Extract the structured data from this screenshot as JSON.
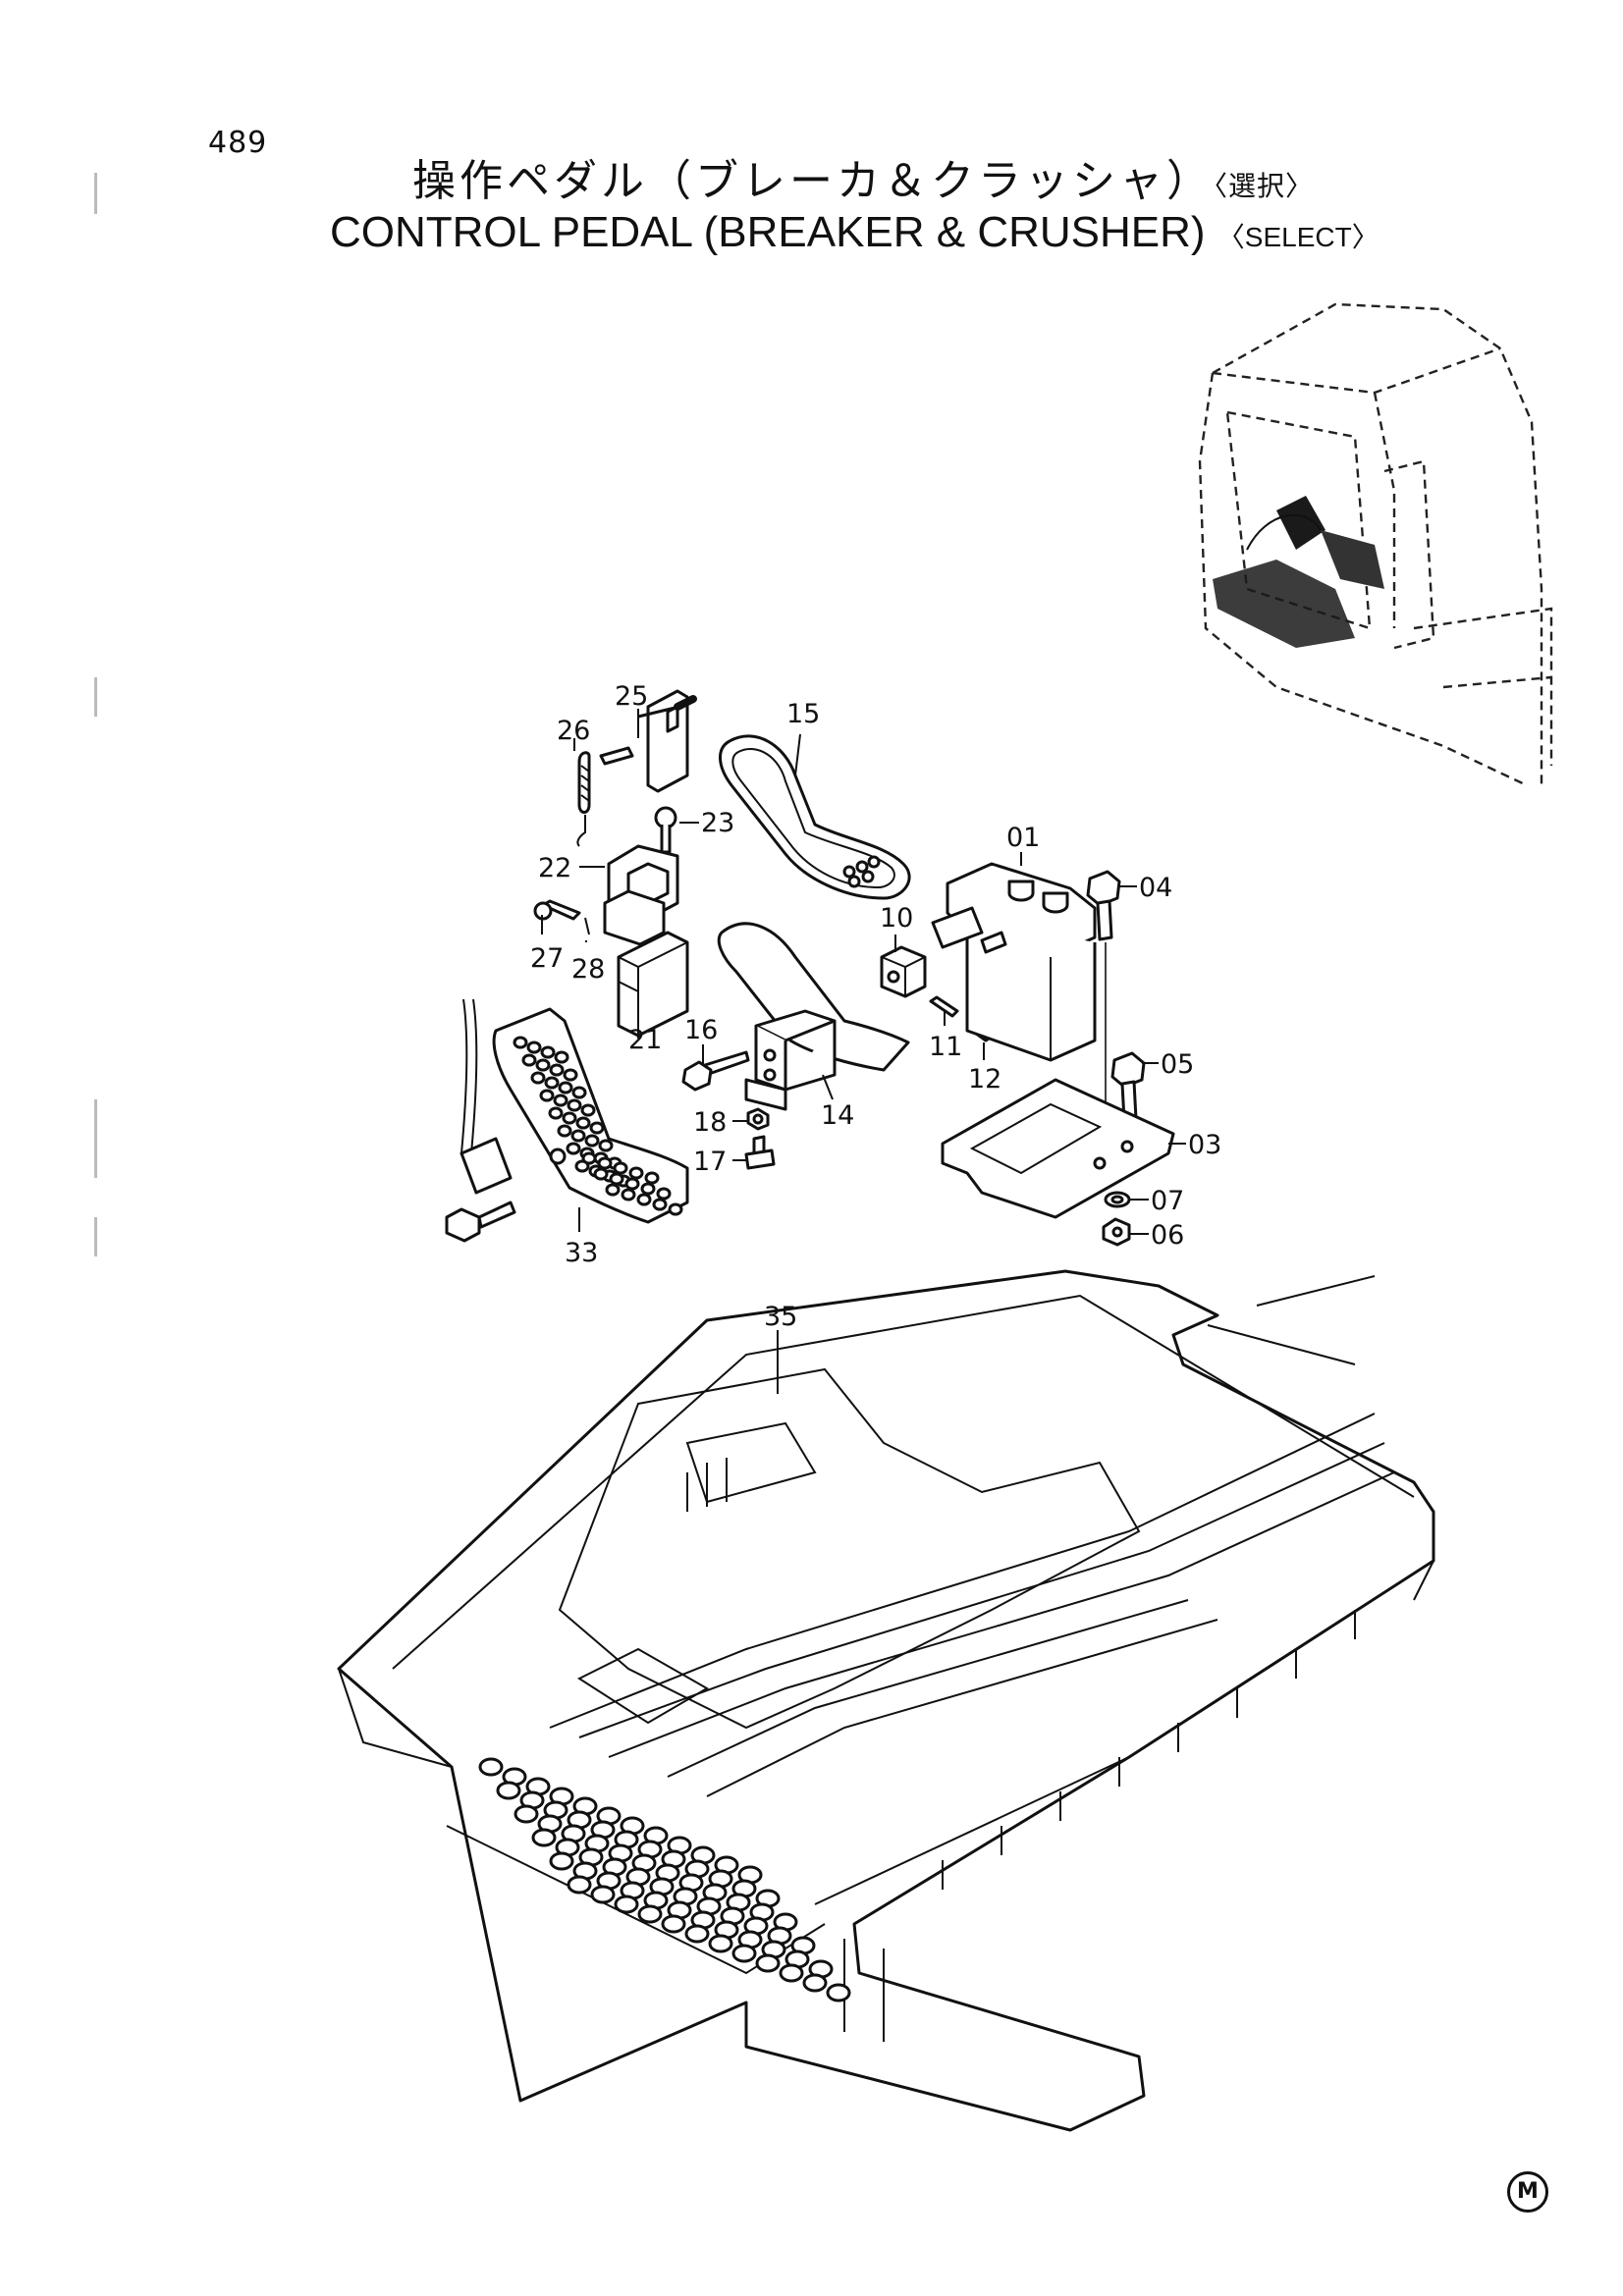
{
  "page": {
    "number": "489",
    "title_jp": "操作ペダル（ブレーカ＆クラッシャ）",
    "select_jp": "〈選択〉",
    "title_en": "CONTROL  PEDAL  (BREAKER & CRUSHER)",
    "select_en": "〈SELECT〉",
    "footer_mark": "M"
  },
  "callouts": [
    "25",
    "26",
    "23",
    "22",
    "27",
    "28",
    "21",
    "15",
    "01",
    "04",
    "10",
    "11",
    "12",
    "05",
    "03",
    "07",
    "06",
    "16",
    "18",
    "17",
    "14",
    "33",
    "35"
  ]
}
